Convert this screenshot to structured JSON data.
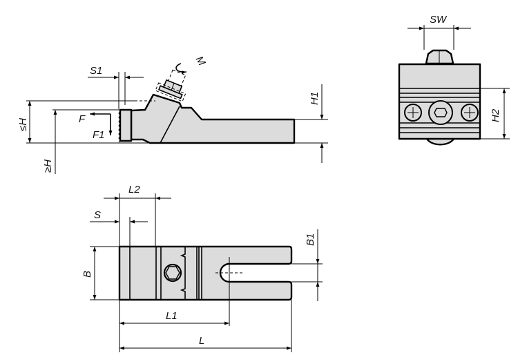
{
  "title": "Clamp technical drawing",
  "side_view": {
    "labels": {
      "s1": "S1",
      "m": "M",
      "h_max": "≤H",
      "f": "F",
      "f1": "F1",
      "h_min": "≥H",
      "h1": "H1"
    }
  },
  "front_view": {
    "labels": {
      "sw": "SW",
      "h2": "H2"
    }
  },
  "top_view": {
    "labels": {
      "l2": "L2",
      "s": "S",
      "b": "B",
      "b1": "B1",
      "l1": "L1",
      "l": "L"
    }
  },
  "colors": {
    "fill": "#dcdcdc",
    "line": "#000000"
  }
}
